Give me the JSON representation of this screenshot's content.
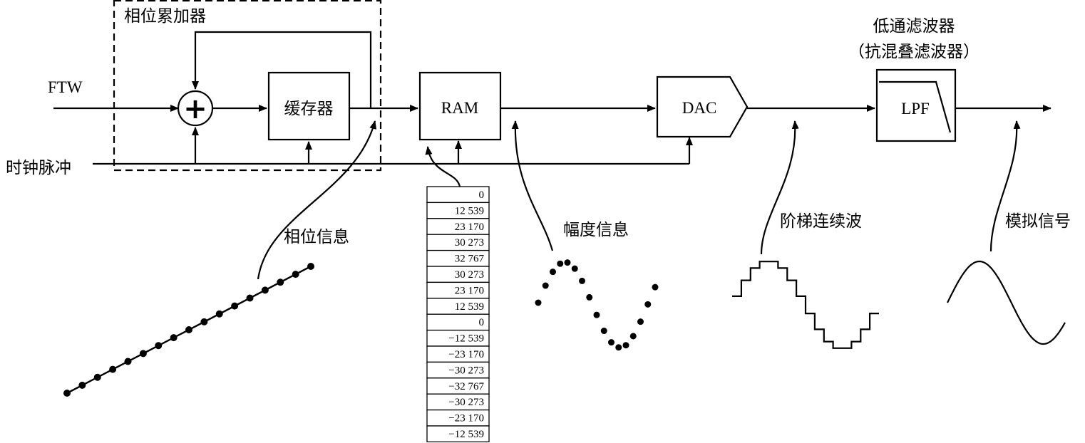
{
  "labels": {
    "accumulator_title": "相位累加器",
    "ftw": "FTW",
    "clock": "时钟脉冲",
    "buffer": "缓存器",
    "ram": "RAM",
    "dac": "DAC",
    "lpf": "LPF",
    "lpf_title_1": "低通滤波器",
    "lpf_title_2": "（抗混叠滤波器）",
    "phase_info": "相位信息",
    "amplitude_info": "幅度信息",
    "staircase_wave": "阶梯连续波",
    "analog_signal": "模拟信号",
    "adder_symbol": "+"
  },
  "lookup_table": [
    "0",
    "12 539",
    "23 170",
    "30 273",
    "32 767",
    "30 273",
    "23 170",
    "12 539",
    "0",
    "−12 539",
    "−23 170",
    "−30 273",
    "−32 767",
    "−30 273",
    "−23 170",
    "−12 539"
  ],
  "phase_samples": 17,
  "amplitude_samples": 17,
  "staircase_steps": 16
}
